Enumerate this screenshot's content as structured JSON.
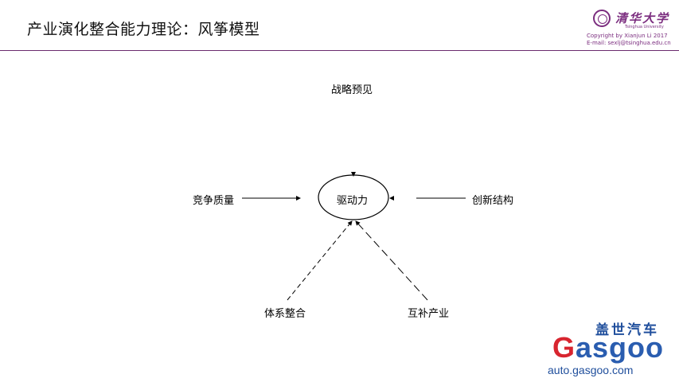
{
  "slide": {
    "title": "产业演化整合能力理论：风筝模型"
  },
  "brand": {
    "name_cn": "清华大学",
    "name_en": "Tsinghua University",
    "copyright": "Copyright by Xianjun Li 2017",
    "email": "E-mail: sexlj@tsinghua.edu.cn"
  },
  "diagram": {
    "center": "驱动力",
    "top": "战略预见",
    "left": "竞争质量",
    "right": "创新结构",
    "bottom_left": "体系整合",
    "bottom_right": "互补产业"
  },
  "watermark": {
    "name_cn": "盖世汽车",
    "logo_g": "G",
    "logo_rest": "asgoo",
    "url": "auto.gasgoo.com"
  },
  "colors": {
    "brand_purple": "#7b2d7f",
    "watermark_blue": "#1f4e9c",
    "watermark_red": "#d8252f"
  }
}
